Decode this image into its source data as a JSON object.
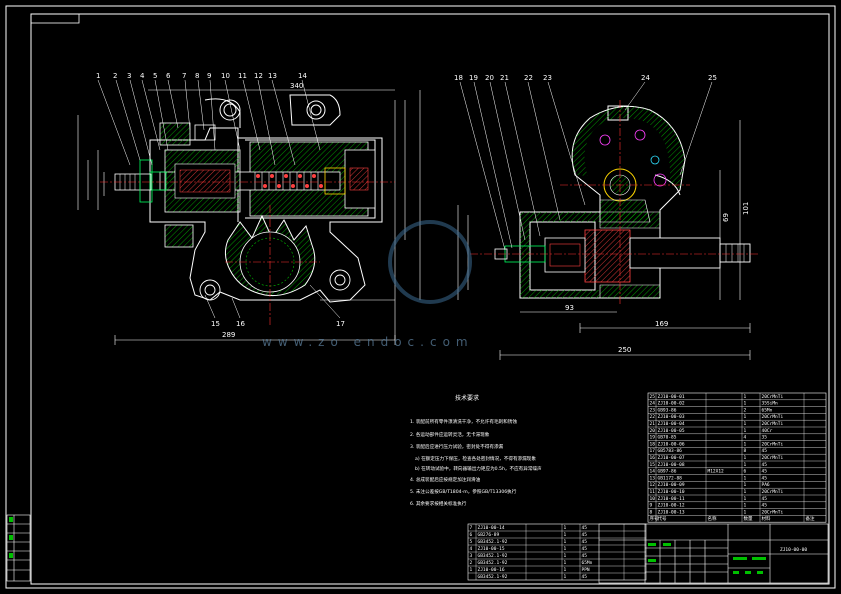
{
  "drawing": {
    "part_labels_left": [
      "1",
      "2",
      "3",
      "4",
      "5",
      "6",
      "7",
      "8",
      "9",
      "10",
      "11",
      "12",
      "13",
      "14"
    ],
    "part_labels_left_bottom": [
      "15",
      "16",
      "17"
    ],
    "part_labels_right": [
      "18",
      "19",
      "20",
      "21",
      "22",
      "23",
      "24",
      "25"
    ],
    "dimensions": {
      "overall_length_left": "289",
      "overall_length_right": "250",
      "mid_length_right": "169",
      "short_length_right": "93",
      "height_right_1": "101",
      "height_right_2": "69",
      "top_width": "340"
    },
    "watermark": "www.zo  endoc.com"
  },
  "notes": {
    "title": "技术要求",
    "items": [
      "1. 装配前所有零件须清洗干净，不允许有毛刺和锈蚀",
      "2. 各运动部件应运转灵活，无卡滞现象",
      "3. 装配后应进行压力试验，密封处不得有渗漏",
      "a) 在额定压力下保压，检查各处密封情况，不得有渗漏现象",
      "b) 在转动试验中，转向器输出力矩应为0.5h，不应有异常噪声",
      "4. 总成装配后应按规定加注润滑油",
      "5. 未注公差按GB/T1804-m，参照GB/T13306执行",
      "6. 其余要求按相关标准执行"
    ]
  },
  "parts_list_top": [
    [
      "25",
      "ZJ10-00-01",
      "",
      "1",
      "20CrMnTi",
      ""
    ],
    [
      "24",
      "ZJ10-00-02",
      "",
      "1",
      "35SiMn",
      ""
    ],
    [
      "23",
      "GB93-86",
      "",
      "2",
      "65Mn",
      ""
    ],
    [
      "22",
      "ZJ10-00-03",
      "",
      "1",
      "20CrMnTi",
      ""
    ],
    [
      "21",
      "ZJ10-00-04",
      "",
      "1",
      "20CrMnTi",
      ""
    ],
    [
      "20",
      "ZJ10-00-05",
      "",
      "1",
      "40Cr",
      ""
    ],
    [
      "19",
      "GB70-85",
      "",
      "4",
      "35",
      ""
    ],
    [
      "18",
      "ZJ10-00-06",
      "",
      "1",
      "20CrMnTi",
      ""
    ],
    [
      "17",
      "GB5783-86",
      "",
      "8",
      "45",
      ""
    ],
    [
      "16",
      "ZJ10-00-07",
      "",
      "1",
      "20CrMnTi",
      ""
    ],
    [
      "15",
      "ZJ10-00-08",
      "",
      "1",
      "45",
      ""
    ],
    [
      "14",
      "GB97-86",
      "M12X12",
      "6",
      "45",
      ""
    ],
    [
      "13",
      "GB1172-88",
      "",
      "1",
      "45",
      ""
    ],
    [
      "12",
      "ZJ10-00-09",
      "",
      "1",
      "PA6",
      ""
    ],
    [
      "11",
      "ZJ10-00-10",
      "",
      "1",
      "20CrMnTi",
      ""
    ],
    [
      "10",
      "ZJ10-00-11",
      "",
      "1",
      "45",
      ""
    ],
    [
      "9",
      "ZJ10-00-12",
      "",
      "1",
      "45",
      ""
    ],
    [
      "8",
      "ZJ10-00-13",
      "",
      "1",
      "20CrMnTi",
      ""
    ]
  ],
  "parts_list_headers": [
    "序号",
    "代号",
    "名称",
    "数量",
    "材料",
    "备注"
  ],
  "parts_list_bottom": [
    [
      "7",
      "ZJ10-00-14",
      "",
      "1",
      "45",
      ""
    ],
    [
      "6",
      "GB276-89",
      "",
      "1",
      "45",
      ""
    ],
    [
      "5",
      "GB3452.1-92",
      "",
      "1",
      "45",
      ""
    ],
    [
      "4",
      "ZJ10-00-15",
      "",
      "1",
      "45",
      ""
    ],
    [
      "3",
      "GB3452.1-92",
      "",
      "1",
      "45",
      ""
    ],
    [
      "2",
      "GB3452.1-92",
      "",
      "1",
      "65Mn",
      ""
    ],
    [
      "1",
      "ZJ10-00-16",
      "",
      "1",
      "PPN",
      ""
    ],
    [
      "",
      "GB3452.1-92",
      "",
      "1",
      "45",
      ""
    ]
  ],
  "title_block": {
    "drawing_no": "ZJ10-00-00"
  },
  "colors": {
    "background": "#000000",
    "outline": "#ffffff",
    "hatch": "#00c000",
    "center": "#ff3030",
    "dimension": "#ffffff",
    "accent": "#ffd700",
    "magenta": "#ff40ff",
    "cyan": "#30e0ff"
  }
}
